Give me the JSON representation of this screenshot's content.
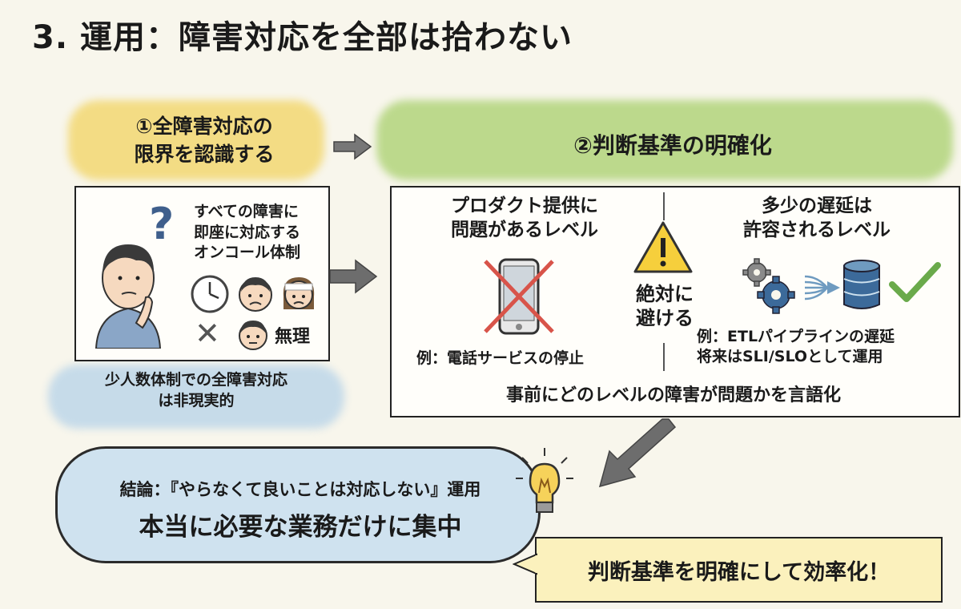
{
  "title": "3. 運用：障害対応を全部は拾わない",
  "step1": {
    "heading_line1": "①全障害対応の",
    "heading_line2": "限界を認識する",
    "question_mark": "?",
    "desc_line1": "すべての障害に",
    "desc_line2": "即座に対応する",
    "desc_line3": "オンコール体制",
    "muri": "無理",
    "cross": "✕",
    "note_line1": "少人数体制での全障害対応",
    "note_line2": "は非現実的"
  },
  "step2": {
    "heading": "②判断基準の明確化",
    "left_title_line1": "プロダクト提供に",
    "left_title_line2": "問題があるレベル",
    "left_example": "例：電話サービスの停止",
    "center_line1": "絶対に",
    "center_line2": "避ける",
    "right_title_line1": "多少の遅延は",
    "right_title_line2": "許容されるレベル",
    "right_example_line1": "例：ETLパイプラインの遅延",
    "right_example_line2": "将来はSLI/SLOとして運用",
    "footer": "事前にどのレベルの障害が問題かを言語化"
  },
  "conclusion": {
    "line1": "結論：『やらなくて良いことは対応しない』運用",
    "line2": "本当に必要な業務だけに集中",
    "callout": "判断基準を明確にして効率化！"
  },
  "icons": [
    "person-thinking-icon",
    "question-icon",
    "clock-icon",
    "stressed-face-icon",
    "bandaged-face-icon",
    "cross-icon",
    "small-face-icon",
    "phone-crossed-icon",
    "warning-icon",
    "gear-icon",
    "data-flow-icon",
    "database-icon",
    "checkmark-icon",
    "lightbulb-icon"
  ],
  "colors": {
    "yellow_highlight": "#f5e08a",
    "green_highlight": "#b9d98a",
    "blue_cloud": "#cfe2ef",
    "warning_yellow": "#f6cf3c",
    "cross_red": "#d8544a",
    "check_green": "#6aaa4b"
  }
}
